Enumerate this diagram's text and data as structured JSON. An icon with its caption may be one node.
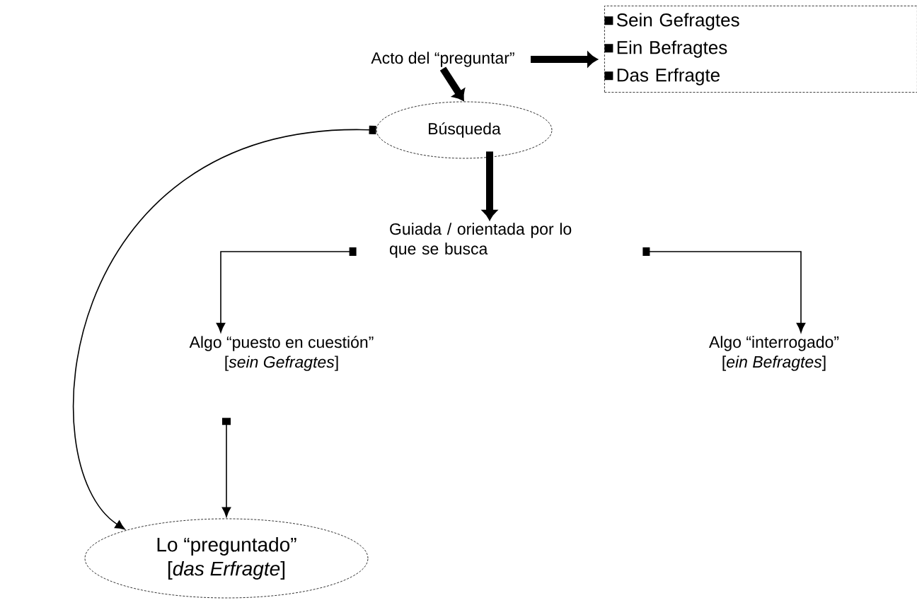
{
  "diagram": {
    "nodes": [
      {
        "text": [
          "Acto del “preguntar”"
        ]
      },
      {
        "text": [
          "Búsqueda"
        ]
      },
      {
        "text": [
          "Guiada / orientada por lo que se busca"
        ]
      },
      {
        "text": [
          "Algo “puesto en cuestión”",
          "[*sein Gefragtes*]"
        ]
      },
      {
        "text": [
          "Algo “interrogado”",
          "[*ein Befragtes*]"
        ]
      },
      {
        "text": [
          "Lo “preguntado”",
          "[*das Erfragte*]"
        ]
      },
      {
        "text": [
          "Sein Gefragtes",
          "Ein Befragtes",
          "Das Erfragte"
        ]
      }
    ],
    "edges": [
      {
        "from": 0,
        "to": 1,
        "arrow": "to",
        "style": "thick"
      },
      {
        "from": 1,
        "to": 2,
        "arrow": "to",
        "style": "thick"
      },
      {
        "from": 0,
        "to": 6,
        "arrow": "to",
        "style": "thick"
      },
      {
        "from": 2,
        "to": 3,
        "arrow": "to"
      },
      {
        "from": 2,
        "to": 4,
        "arrow": "to"
      },
      {
        "from": 1,
        "to": 5,
        "arrow": "to"
      },
      {
        "from": 3,
        "to": 5,
        "arrow": "to"
      }
    ]
  }
}
